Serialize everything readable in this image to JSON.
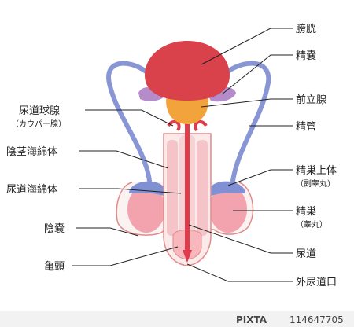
{
  "labels": {
    "bladder": "膀胱",
    "seminal_vesicle": "精嚢",
    "prostate": "前立腺",
    "vas_deferens": "精管",
    "bulbourethral": "尿道球腺",
    "bulbourethral_sub": "（カウパー腺）",
    "corpus_cavernosum": "陰茎海綿体",
    "corpus_spongiosum": "尿道海綿体",
    "epididymis": "精巣上体",
    "epididymis_sub": "（副睾丸）",
    "testis": "精巣",
    "testis_sub": "（睾丸）",
    "scrotum": "陰嚢",
    "urethra": "尿道",
    "glans": "亀頭",
    "external_orifice": "外尿道口"
  },
  "watermark": {
    "brand": "PIXTA",
    "id": "114647705"
  },
  "colors": {
    "bladder": "#d9414b",
    "prostate": "#f3a23a",
    "seminal_vesicle": "#b58ac9",
    "vas": "#7f8fd4",
    "testis": "#f0a0aa",
    "skin": "#f4dede",
    "outline": "#e07a7a",
    "urethra_red": "#de3c4b"
  }
}
